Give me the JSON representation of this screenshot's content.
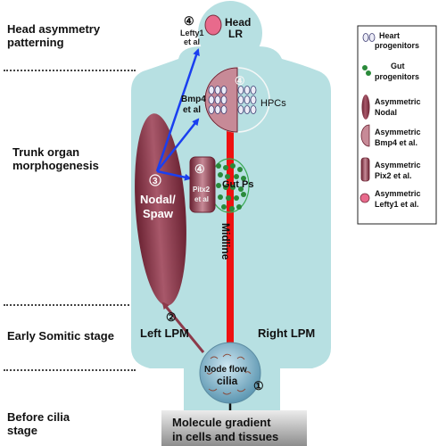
{
  "stages": {
    "head": [
      "Head asymmetry",
      "patterning"
    ],
    "trunk": [
      "Trunk organ",
      "morphogenesis"
    ],
    "somitic": "Early Somitic stage",
    "before_cilia": [
      "Before cilia",
      "stage"
    ]
  },
  "diagram": {
    "lefty_label": [
      "Lefty1",
      "et al"
    ],
    "head_lr": [
      "Head",
      "LR"
    ],
    "bmp4_label": [
      "Bmp4",
      "et al"
    ],
    "hpcs": "HPCs",
    "pitx2_label": [
      "Pitx2",
      "et al"
    ],
    "gut_ps": "Gut Ps",
    "nodal_spaw": [
      "Nodal/",
      "Spaw"
    ],
    "midline": "Midline",
    "left_lpm": "Left LPM",
    "right_lpm": "Right LPM",
    "node_flow": "Node flow",
    "cilia": "cilia",
    "molecule_gradient": [
      "Molecule gradient",
      "in cells and tissues"
    ],
    "step_markers": [
      "①",
      "②",
      "③",
      "④"
    ]
  },
  "legend": {
    "heart": [
      "Heart",
      "progenitors"
    ],
    "gut": [
      "Gut",
      "progenitors"
    ],
    "nodal": [
      "Asymmetric",
      "Nodal"
    ],
    "bmp4": [
      "Asymmetric",
      "Bmp4 et al."
    ],
    "pitx2": [
      "Asymmetric",
      "Pix2 et al."
    ],
    "lefty1": [
      "Asymmetric",
      "Lefty1 et al."
    ]
  },
  "colors": {
    "body": "#b7e0e2",
    "nodal": "#8c3a4a",
    "midline": "#ee1111",
    "arrow": "#1a3ff0",
    "gut_dot": "#2a8a3a",
    "lefty_pink": "#e86a8c"
  }
}
